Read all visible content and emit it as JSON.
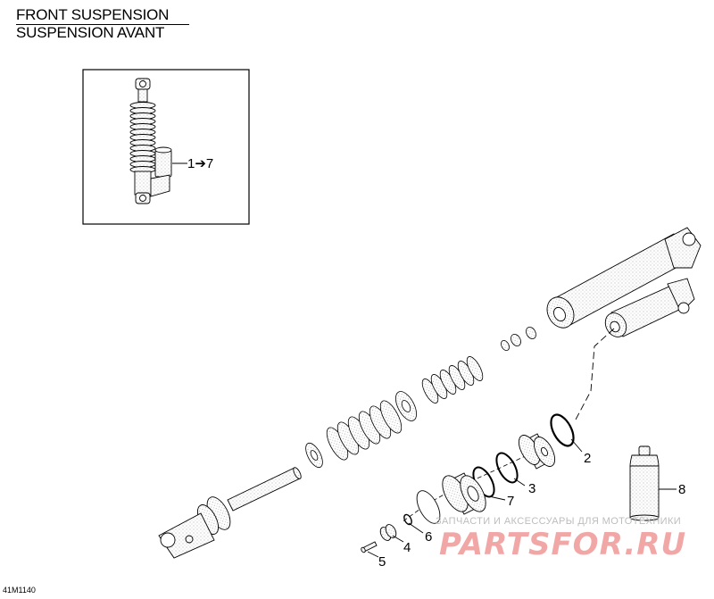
{
  "title": {
    "line1": "FRONT SUSPENSION",
    "line2": "SUSPENSION AVANT"
  },
  "inset": {
    "callout": "1➔7"
  },
  "callouts": [
    {
      "id": "2",
      "label": "2"
    },
    {
      "id": "3",
      "label": "3"
    },
    {
      "id": "4",
      "label": "4"
    },
    {
      "id": "5",
      "label": "5"
    },
    {
      "id": "6",
      "label": "6"
    },
    {
      "id": "7",
      "label": "7"
    },
    {
      "id": "8",
      "label": "8"
    }
  ],
  "document_code": "41M1140",
  "watermark": {
    "tagline": "ЗАПЧАСТИ И АКСЕССУАРЫ ДЛЯ МОТОТЕХНИКИ",
    "logo": "PARTSFOR.RU"
  }
}
